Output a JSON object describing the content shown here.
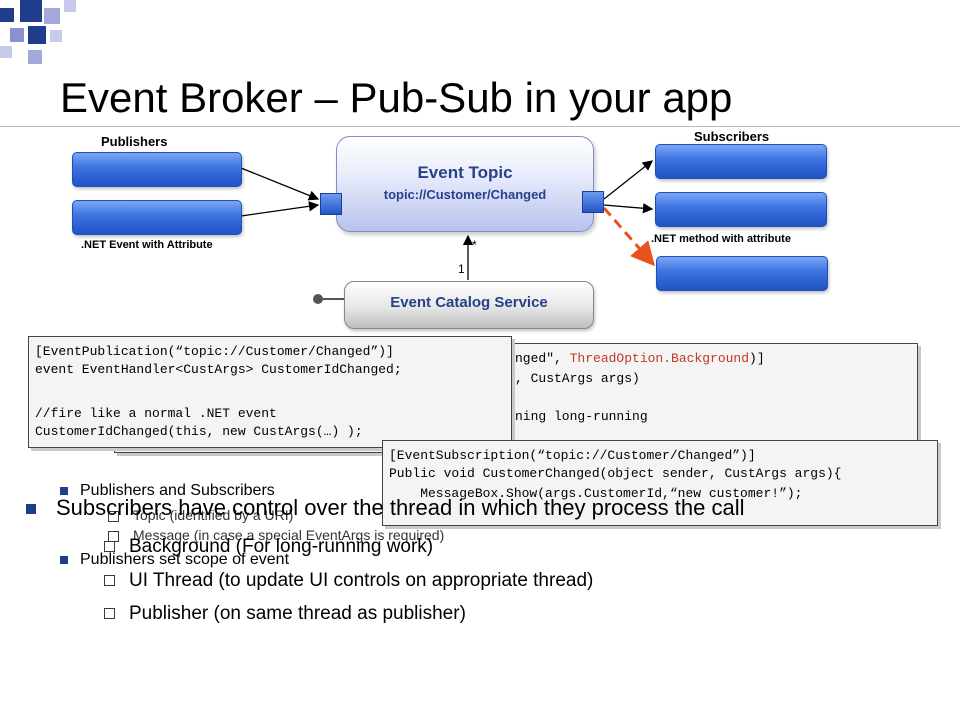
{
  "slide": {
    "title": "Event Broker – Pub-Sub in your app"
  },
  "diagram": {
    "publishers_label": "Publishers",
    "subscribers_label": "Subscribers",
    "publisher_caption": ".NET Event with Attribute",
    "subscriber_caption": ".NET method with attribute",
    "topic_title": "Event Topic",
    "topic_uri": "topic://Customer/Changed",
    "catalog_title": "Event Catalog Service",
    "multiplicity_many": "*",
    "multiplicity_one": "1"
  },
  "code": {
    "publication": [
      "[EventPublication(“topic://Customer/Changed”)]",
      "event EventHandler<CustArgs> CustomerIdChanged;",
      "",
      "//fire like a normal .NET event",
      "CustomerIdChanged(this, new CustArgs(…) );"
    ],
    "background_fragment": [
      "nged\", ",
      "ThreadOption.Background",
      ")]",
      ", CustArgs args)",
      "ning long-running"
    ],
    "subscription": [
      "[EventSubscription(“topic://Customer/Changed”)]",
      "Public void CustomerChanged(object sender, CustArgs args){",
      "    MessageBox.Show(args.CustomerId,“new customer!”);"
    ]
  },
  "bullets_back": {
    "pubsub": "Publishers and Subscribers",
    "topic": "Topic (identified by a URI)",
    "message": "Message (in case a special EventArgs is required)",
    "scope": "Publishers set scope of event"
  },
  "bullets_front": {
    "main": "Subscribers have control over the thread in which they process the call",
    "sub": [
      "Background (For long-running work)",
      "UI Thread (to update UI controls on appropriate thread)",
      "Publisher (on same thread as publisher)"
    ]
  },
  "colors": {
    "accent_blue": "#1d3f8a",
    "topic_text": "#27418c",
    "bar_blue": "#3c72e2",
    "dashed_arrow": "#e8521b",
    "highlight_red": "#c0392b"
  }
}
